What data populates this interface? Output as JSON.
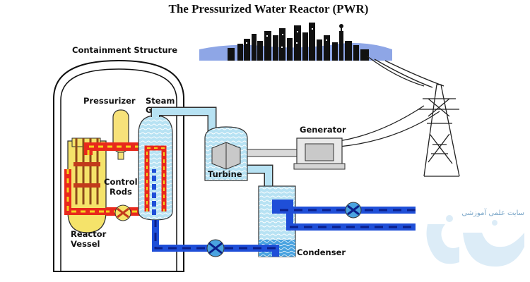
{
  "diagram": {
    "title": "The Pressurized Water Reactor (PWR)",
    "labels": {
      "containment": "Containment Structure",
      "pressurizer": "Pressurizer",
      "steam_generator_1": "Steam",
      "steam_generator_2": "Generator",
      "control_rods_1": "Control",
      "control_rods_2": "Rods",
      "reactor_vessel_1": "Reactor",
      "reactor_vessel_2": "Vessel",
      "turbine": "Turbine",
      "generator": "Generator",
      "condenser": "Condenser"
    },
    "watermark": {
      "text": "سایت علمی آموزشی"
    },
    "colors": {
      "hot_water": "#e8291c",
      "hot_dashes": "#f4d21c",
      "steam": "#a9dbef",
      "cool_water": "#1f4fd8",
      "cool_dashes": "#0b1f8a",
      "wall": "#ffffff",
      "sky": "#8aa8e8"
    }
  }
}
